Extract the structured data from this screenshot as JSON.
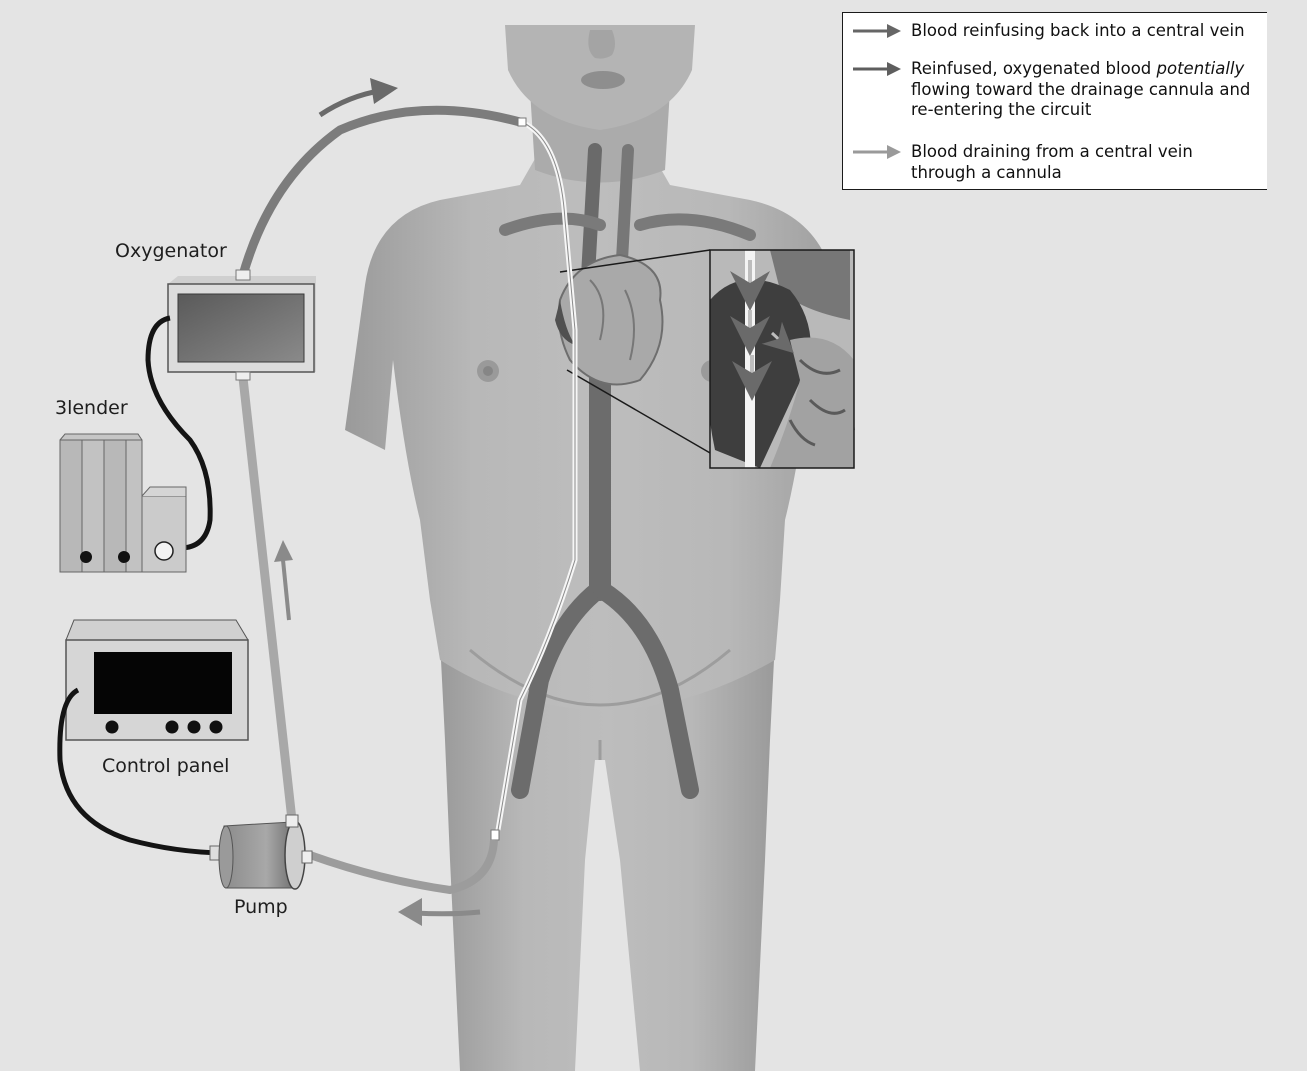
{
  "labels": {
    "oxygenator": "Oxygenator",
    "blender": "3lender",
    "control_panel": "Control panel",
    "pump": "Pump"
  },
  "legend": {
    "items": [
      {
        "lines": [
          "Blood reinfusing back into a central vein"
        ]
      },
      {
        "line1_pre": "Reinfused, oxygenated blood ",
        "line1_emph": "potentially",
        "lines_rest": [
          "flowing toward the drainage cannula and",
          "re-entering the circuit"
        ]
      },
      {
        "lines": [
          "Blood draining from a central vein",
          "through a cannula"
        ]
      }
    ]
  },
  "colors": {
    "background": "#e4e4e4",
    "reinfusion_tube": "#7c7c7c",
    "drainage_tube": "#9c9c9c",
    "vessel": "#6c6c6c",
    "skin": "#b0b0b0"
  }
}
